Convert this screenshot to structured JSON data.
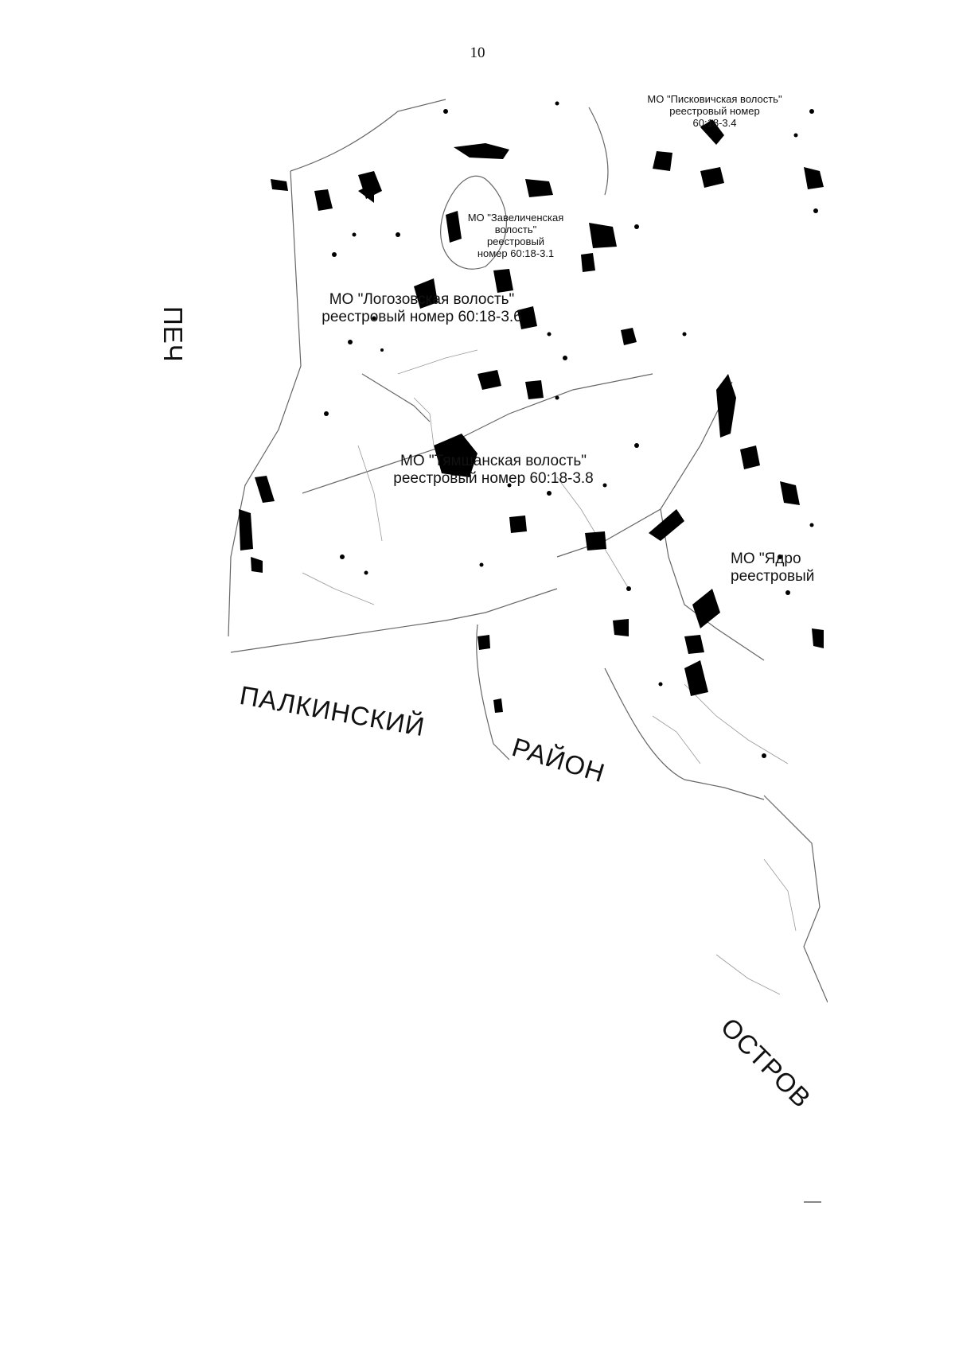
{
  "page": {
    "number": "10"
  },
  "municipalities": [
    {
      "id": "piskovichskaya",
      "name": "МО \"Писковичская волость\"",
      "line2": "реестровый номер",
      "line3": "60:18-3.4"
    },
    {
      "id": "zavelichenskaya",
      "name": "МО \"Завеличенская",
      "line2": "волость\"",
      "line3": "реестровый",
      "line4": "номер 60:18-3.1"
    },
    {
      "id": "logozovskaya",
      "name": "МО \"Логозовская волость\"",
      "line2": "реестровый номер 60:18-3.6"
    },
    {
      "id": "tyamshanskaya",
      "name": "МО \"Тямшанская волость\"",
      "line2": "реестровый номер 60:18-3.8"
    },
    {
      "id": "yadrovskaya",
      "name": "МО \"Ядро",
      "line2": "реестровый"
    }
  ],
  "districts": [
    {
      "id": "pechorsky",
      "text": "ПЕЧ"
    },
    {
      "id": "palkinsky",
      "text": "ПАЛКИНСКИЙ"
    },
    {
      "id": "rayon",
      "text": "РАЙОН"
    },
    {
      "id": "ostrovsky",
      "text": "ОСТРОВ"
    }
  ],
  "colors": {
    "ink": "#111111",
    "boundary": "#555555",
    "background": "#ffffff"
  }
}
